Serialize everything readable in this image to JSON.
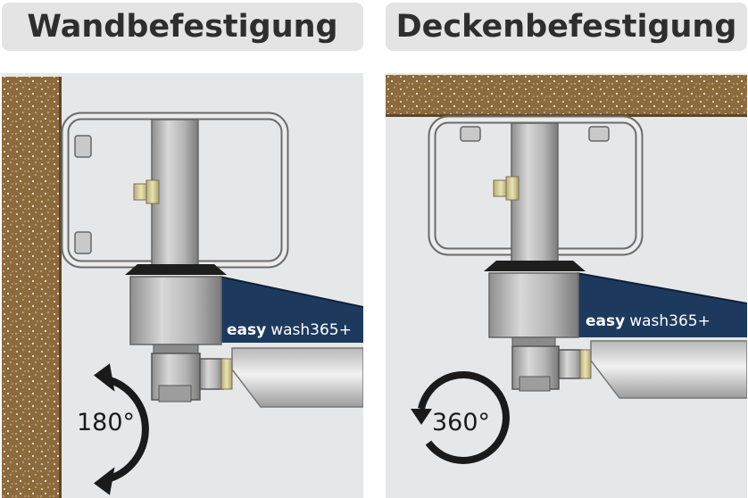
{
  "panels": [
    {
      "title": "Wandbefestigung",
      "brand_bold": "easy",
      "brand_light": "wash365+",
      "angle": "180°"
    },
    {
      "title": "Deckenbefestigung",
      "brand_bold": "easy",
      "brand_light": "wash365+",
      "angle": "360°"
    }
  ],
  "colors": {
    "title_bg": "#e4e4e4",
    "title_text": "#2e2e2e",
    "scene_bg": "#e6e7e8",
    "concrete": "#8b6a3c",
    "nozzle_panel": "#1d3a5e",
    "arrow": "#1a1a1a"
  },
  "icons": [
    "rotation-arrow-180-icon",
    "rotation-arrow-360-icon",
    "concrete-texture"
  ]
}
